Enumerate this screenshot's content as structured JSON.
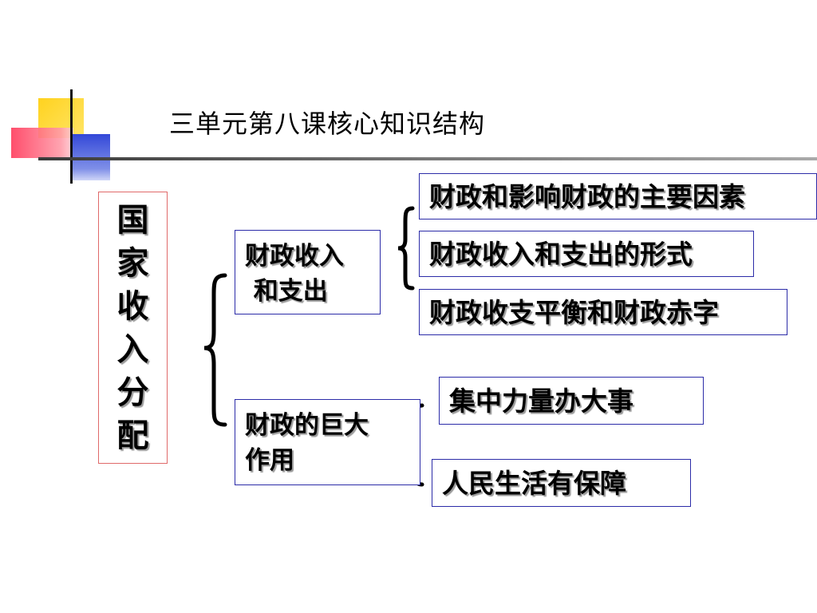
{
  "title": "三单元第八课核心知识结构",
  "root": {
    "lines": [
      "国",
      "家",
      "收",
      "入",
      "分",
      "配"
    ]
  },
  "branches": [
    {
      "label": "财政收入\n 和支出",
      "children": [
        "财政和影响财政的主要因素",
        "财政收入和支出的形式",
        "财政收支平衡和财政赤字"
      ]
    },
    {
      "label": "财政的巨大\n作用",
      "children": [
        "集中力量办大事",
        "人民生活有保障"
      ]
    }
  ],
  "colors": {
    "box_border": "#2c2ca8",
    "root_border": "#e06a6a",
    "logo_yellow": "#ffd21e",
    "logo_red": "#ff3b5c",
    "logo_blue": "#3348d8"
  }
}
